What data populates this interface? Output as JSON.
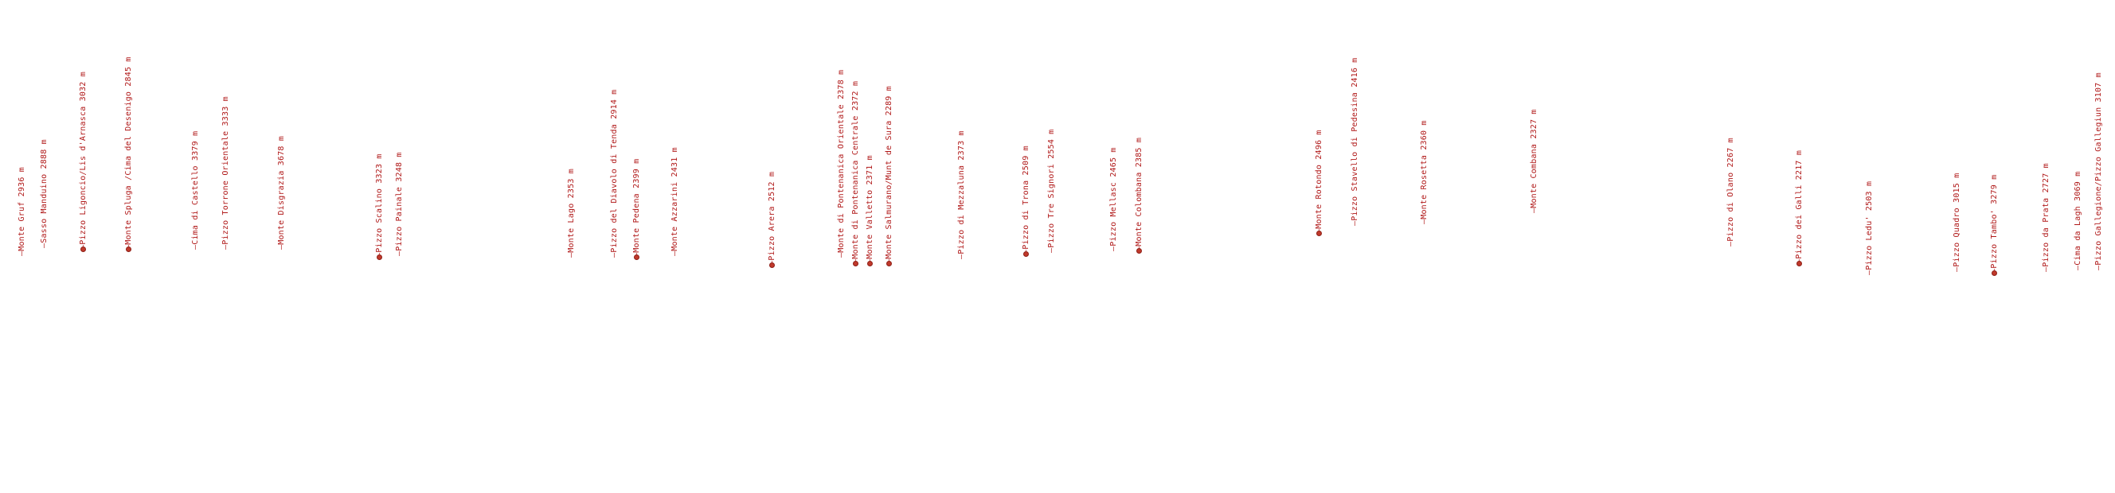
{
  "colors": {
    "label": "#b01818",
    "dot": "#c0392b"
  },
  "peaks": [
    {
      "name": "Monte Gruf 2936 m",
      "dot": false
    },
    {
      "name": "Sasso Manduino 2888 m",
      "dot": false
    },
    {
      "name": "Pizzo Ligoncio/Lis d'Arnasca 3032 m",
      "dot": true
    },
    {
      "name": "Monte Spluga /Cima del Desenigo 2845 m",
      "dot": true
    },
    {
      "name": "Cima di Castello 3379 m",
      "dot": false
    },
    {
      "name": "Pizzo Torrone Orientale 3333 m",
      "dot": false
    },
    {
      "name": "Monte Disgrazia 3678 m",
      "dot": false
    },
    {
      "name": "Pizzo Scalino 3323 m",
      "dot": true
    },
    {
      "name": "Pizzo Painale 3248 m",
      "dot": false
    },
    {
      "name": "Monte Lago 2353 m",
      "dot": false
    },
    {
      "name": "Pizzo del Diavolo di Tenda 2914 m",
      "dot": false
    },
    {
      "name": "Monte Pedena 2399 m",
      "dot": true
    },
    {
      "name": "Monte Azzarini 2431 m",
      "dot": false
    },
    {
      "name": "Pizzo Arera 2512 m",
      "dot": true
    },
    {
      "name": "Monte di Pontenanica Orientale 2378 m",
      "dot": false
    },
    {
      "name": "Monte di Pontenanica Centrale 2372 m",
      "dot": true
    },
    {
      "name": "Monte Valletto 2371 m",
      "dot": true
    },
    {
      "name": "Monte Salmurano/Munt de Sura 2289 m",
      "dot": true
    },
    {
      "name": "Pizzo di Mezzaluna 2373 m",
      "dot": false
    },
    {
      "name": "Pizzo di Trona 2509 m",
      "dot": true
    },
    {
      "name": "Pizzo Tre Signori 2554 m",
      "dot": false
    },
    {
      "name": "Pizzo Mellasc 2465 m",
      "dot": false
    },
    {
      "name": "Monte Colombana 2385 m",
      "dot": true
    },
    {
      "name": "Monte Rotondo 2496 m",
      "dot": true
    },
    {
      "name": "Pizzo Stavello di Pedesina 2416 m",
      "dot": false
    },
    {
      "name": "Monte Rosetta 2360 m",
      "dot": false
    },
    {
      "name": "Monte Combana 2327 m",
      "dot": false
    },
    {
      "name": "Pizzo di Olano 2267 m",
      "dot": false
    },
    {
      "name": "Pizzo dei Galli 2217 m",
      "dot": true
    },
    {
      "name": "Pizzo Ledu' 2503 m",
      "dot": false
    },
    {
      "name": "Pizzo Quadro 3015 m",
      "dot": false
    },
    {
      "name": "Pizzo Tambo' 3279 m",
      "dot": true
    },
    {
      "name": "Pizzo da Prata 2727 m",
      "dot": false
    },
    {
      "name": "Cima da Lagh 3069 m",
      "dot": false
    },
    {
      "name": "Pizzo Gallegione/Pizzo Gallegiun 3107 m",
      "dot": false
    }
  ]
}
